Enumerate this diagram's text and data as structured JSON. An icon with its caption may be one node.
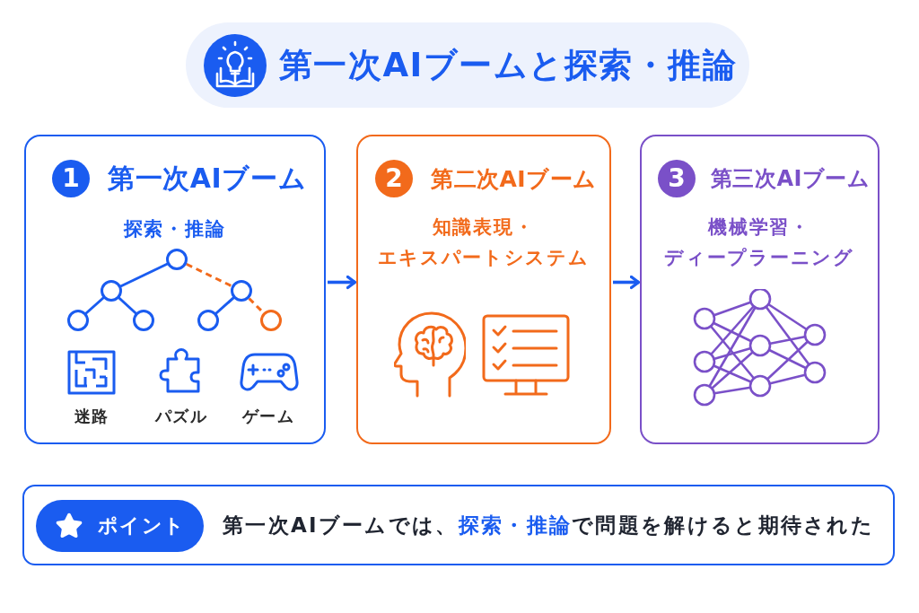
{
  "diagram": {
    "title": "第一次AIブームと探索・推論",
    "nodes": [
      {
        "text": [
          "第一次AIブーム",
          "探索・推論",
          "迷路",
          "パズル",
          "ゲーム"
        ]
      },
      {
        "text": [
          "1"
        ],
        "in": 0
      },
      {
        "text": [
          "第二次AIブーム",
          "知識表現・エキスパートシステム"
        ]
      },
      {
        "text": [
          "2"
        ],
        "in": 2
      },
      {
        "text": [
          "第三次AIブーム",
          "機械学習・ディープラーニング"
        ]
      },
      {
        "text": [
          "3"
        ],
        "in": 4
      },
      {
        "text": [
          "第一次AIブームでは、**探索・推論**で問題を解けると期待された"
        ]
      },
      {
        "text": [
          "ポイント"
        ],
        "in": 6
      }
    ],
    "edges": [
      {
        "from": 0,
        "to": 2,
        "arrow": "to"
      },
      {
        "from": 2,
        "to": 4,
        "arrow": "to"
      }
    ]
  }
}
